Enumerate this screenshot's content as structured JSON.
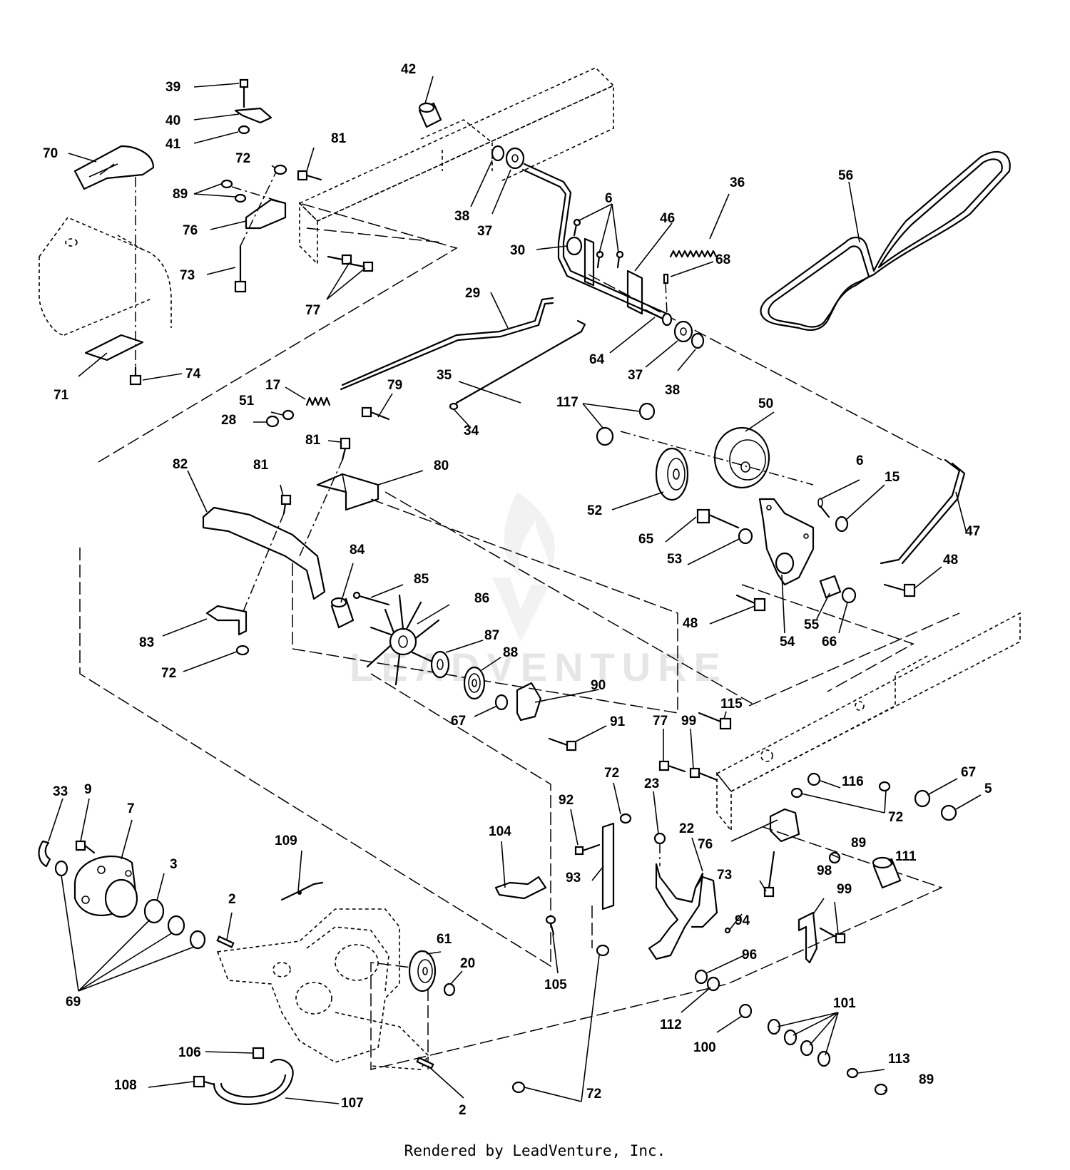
{
  "diagram": {
    "callouts": [
      {
        "n": "39"
      },
      {
        "n": "40"
      },
      {
        "n": "41"
      },
      {
        "n": "42"
      },
      {
        "n": "70"
      },
      {
        "n": "81"
      },
      {
        "n": "72"
      },
      {
        "n": "89"
      },
      {
        "n": "76"
      },
      {
        "n": "73"
      },
      {
        "n": "77"
      },
      {
        "n": "38"
      },
      {
        "n": "37"
      },
      {
        "n": "6"
      },
      {
        "n": "36"
      },
      {
        "n": "56"
      },
      {
        "n": "30"
      },
      {
        "n": "46"
      },
      {
        "n": "68"
      },
      {
        "n": "29"
      },
      {
        "n": "64"
      },
      {
        "n": "37"
      },
      {
        "n": "38"
      },
      {
        "n": "71"
      },
      {
        "n": "74"
      },
      {
        "n": "17"
      },
      {
        "n": "79"
      },
      {
        "n": "35"
      },
      {
        "n": "51"
      },
      {
        "n": "28"
      },
      {
        "n": "34"
      },
      {
        "n": "117"
      },
      {
        "n": "50"
      },
      {
        "n": "81"
      },
      {
        "n": "80"
      },
      {
        "n": "82"
      },
      {
        "n": "81"
      },
      {
        "n": "6"
      },
      {
        "n": "15"
      },
      {
        "n": "52"
      },
      {
        "n": "65"
      },
      {
        "n": "47"
      },
      {
        "n": "53"
      },
      {
        "n": "48"
      },
      {
        "n": "84"
      },
      {
        "n": "85"
      },
      {
        "n": "86"
      },
      {
        "n": "48"
      },
      {
        "n": "55"
      },
      {
        "n": "54"
      },
      {
        "n": "66"
      },
      {
        "n": "83"
      },
      {
        "n": "87"
      },
      {
        "n": "72"
      },
      {
        "n": "88"
      },
      {
        "n": "90"
      },
      {
        "n": "67"
      },
      {
        "n": "91"
      },
      {
        "n": "115"
      },
      {
        "n": "77"
      },
      {
        "n": "99"
      },
      {
        "n": "33"
      },
      {
        "n": "9"
      },
      {
        "n": "7"
      },
      {
        "n": "72"
      },
      {
        "n": "23"
      },
      {
        "n": "67"
      },
      {
        "n": "116"
      },
      {
        "n": "5"
      },
      {
        "n": "92"
      },
      {
        "n": "72"
      },
      {
        "n": "104"
      },
      {
        "n": "22"
      },
      {
        "n": "76"
      },
      {
        "n": "109"
      },
      {
        "n": "89"
      },
      {
        "n": "111"
      },
      {
        "n": "3"
      },
      {
        "n": "93"
      },
      {
        "n": "73"
      },
      {
        "n": "98"
      },
      {
        "n": "99"
      },
      {
        "n": "2"
      },
      {
        "n": "94"
      },
      {
        "n": "61"
      },
      {
        "n": "20"
      },
      {
        "n": "96"
      },
      {
        "n": "105"
      },
      {
        "n": "101"
      },
      {
        "n": "69"
      },
      {
        "n": "112"
      },
      {
        "n": "100"
      },
      {
        "n": "106"
      },
      {
        "n": "113"
      },
      {
        "n": "108"
      },
      {
        "n": "89"
      },
      {
        "n": "107"
      },
      {
        "n": "72"
      },
      {
        "n": "2"
      }
    ],
    "watermark": "LEADVENTURE",
    "footer": "Rendered by LeadVenture, Inc."
  }
}
